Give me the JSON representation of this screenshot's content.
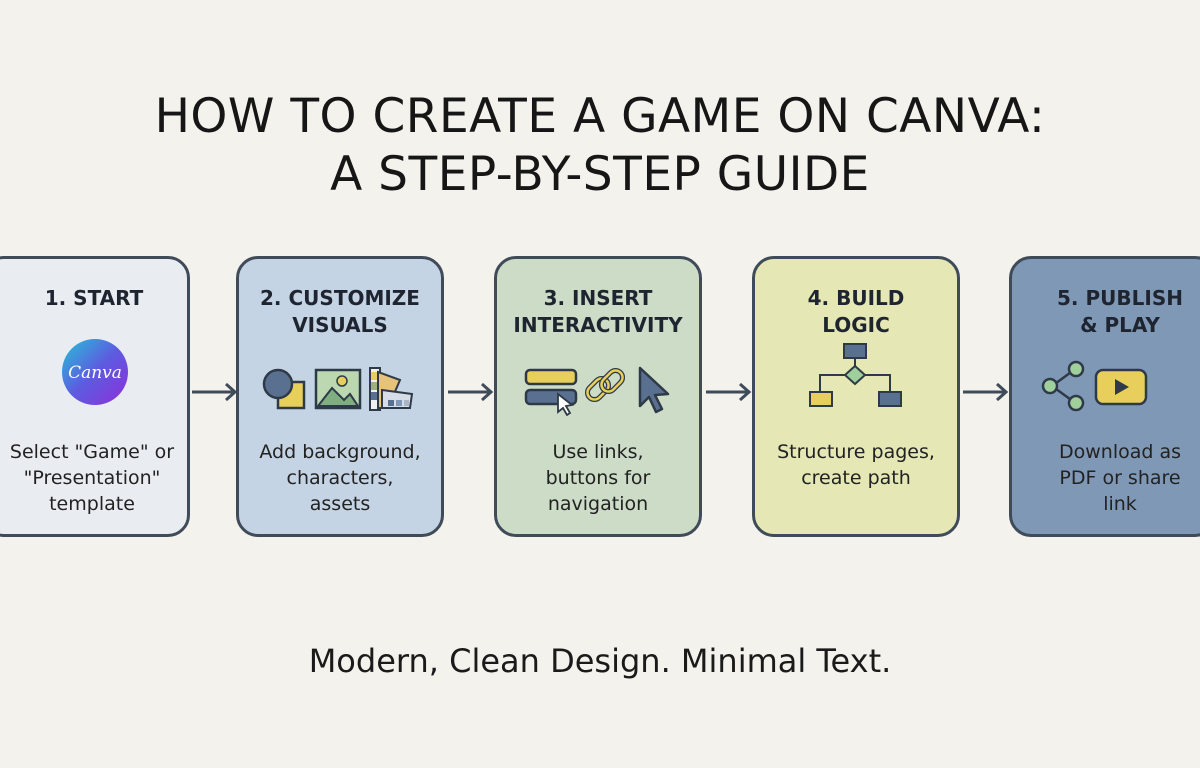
{
  "title": {
    "line1": "HOW TO CREATE A GAME ON CANVA:",
    "line2": "A STEP-BY-STEP GUIDE"
  },
  "steps": [
    {
      "title": "1. START",
      "logo_text": "Canva",
      "desc": "Select \"Game\" or\n\"Presentation\"\ntemplate",
      "fill": "#e9edf2",
      "icons": [
        "canva-logo-icon"
      ]
    },
    {
      "title": "2. CUSTOMIZE\nVISUALS",
      "desc": "Add background,\ncharacters,\nassets",
      "fill": "#c5d4e4",
      "icons": [
        "shapes-icon",
        "image-icon",
        "color-swatch-icon"
      ]
    },
    {
      "title": "3. INSERT\nINTERACTIVITY",
      "desc": "Use links,\nbuttons for\nnavigation",
      "fill": "#ccdcc7",
      "icons": [
        "button-click-icon",
        "link-icon",
        "cursor-icon"
      ]
    },
    {
      "title": "4. BUILD\nLOGIC",
      "desc": "Structure pages,\ncreate path",
      "fill": "#e5e8b5",
      "icons": [
        "flowchart-icon"
      ]
    },
    {
      "title": "5. PUBLISH\n& PLAY",
      "desc": "Download as\nPDF or share\nlink",
      "fill": "#7f98b6",
      "icons": [
        "share-icon",
        "play-icon"
      ]
    }
  ],
  "footer": "Modern, Clean Design. Minimal Text.",
  "colors": {
    "background": "#f3f2ec",
    "border": "#3f4b59",
    "accent_yellow": "#e8cf5c",
    "accent_blue": "#5a7090"
  }
}
